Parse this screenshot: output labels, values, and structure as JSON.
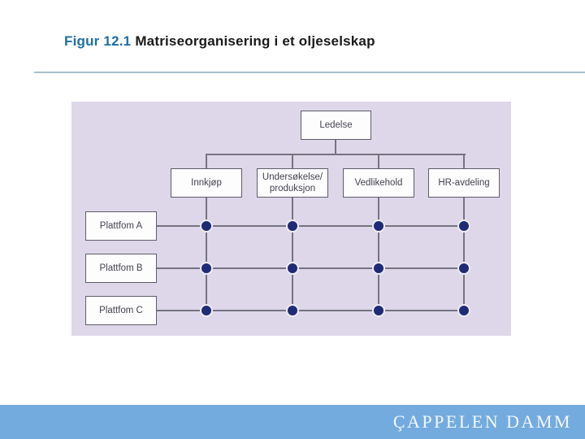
{
  "slide": {
    "title": {
      "label": "Figur 12.1",
      "text": "Matriseorganisering i et oljeselskap",
      "label_color": "#1e6fa7"
    },
    "separator_color": "#a9bfca"
  },
  "diagram": {
    "root": "Ledelse",
    "departments": [
      "Innkjøp",
      "Undersøkelse/\nproduksjon",
      "Vedlikehold",
      "HR-avdeling"
    ],
    "platforms": [
      "Plattfom A",
      "Plattfom B",
      "Plattfom C"
    ],
    "colors": {
      "background": "#ddd7e9",
      "box_fill": "#fdfdfe",
      "box_border": "#5f5c69",
      "connector": "#767380",
      "node_dot": "#1f2b76",
      "node_dot_ring": "#eeecf5"
    }
  },
  "footer": {
    "logo": "ÇAPPELEN DAMM",
    "bar_color": "#74abdf",
    "logo_color": "#f2f7fb"
  }
}
